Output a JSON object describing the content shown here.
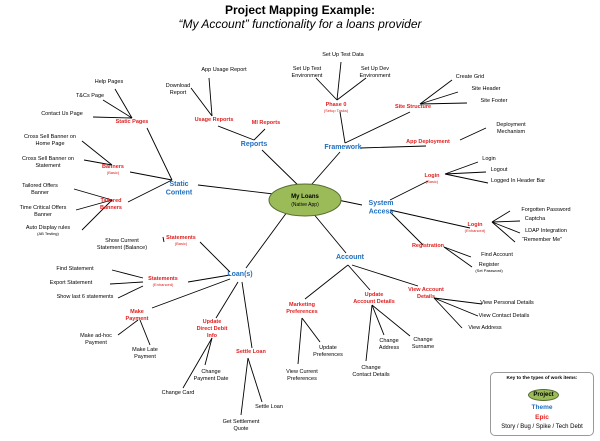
{
  "header": {
    "title": "Project Mapping Example:",
    "subtitle": "“My Account” functionality for a loans provider"
  },
  "colors": {
    "project_fill": "#9bbb59",
    "theme": "#1f6fbf",
    "epic": "#e02020",
    "line": "#000000"
  },
  "project": {
    "name": "My Loans",
    "sub": "(Native App)"
  },
  "themes": [
    {
      "id": "reports",
      "label": [
        "Reports"
      ]
    },
    {
      "id": "framework",
      "label": [
        "Framework"
      ]
    },
    {
      "id": "static",
      "label": [
        "Static",
        "Content"
      ]
    },
    {
      "id": "system",
      "label": [
        "System",
        "Access"
      ]
    },
    {
      "id": "loans",
      "label": [
        "Loan(s)"
      ]
    },
    {
      "id": "account",
      "label": [
        "Account"
      ]
    }
  ],
  "epics": [
    {
      "id": "usage",
      "label": [
        "Usage Reports"
      ]
    },
    {
      "id": "mi",
      "label": [
        "MI Reports"
      ]
    },
    {
      "id": "phase0",
      "label": [
        "Phase 0"
      ],
      "note": "(Setup Tasks)"
    },
    {
      "id": "site",
      "label": [
        "Site Structure"
      ]
    },
    {
      "id": "appdep",
      "label": [
        "App Deployment"
      ]
    },
    {
      "id": "staticpages",
      "label": [
        "Static Pages"
      ]
    },
    {
      "id": "banners",
      "label": [
        "Banners"
      ],
      "note": "(Basic)"
    },
    {
      "id": "tailored",
      "label": [
        "Tailored",
        "Banners"
      ]
    },
    {
      "id": "loginbasic",
      "label": [
        "Login"
      ],
      "note": "(Basic)"
    },
    {
      "id": "loginenh",
      "label": [
        "Login"
      ],
      "note": "(Enhanced)"
    },
    {
      "id": "registration",
      "label": [
        "Registration"
      ]
    },
    {
      "id": "stmtbasic",
      "label": [
        "Statements"
      ],
      "note": "(Basic)"
    },
    {
      "id": "stmtenh",
      "label": [
        "Statements"
      ],
      "note": "(Enhanced)"
    },
    {
      "id": "makepay",
      "label": [
        "Make",
        "Payment"
      ]
    },
    {
      "id": "dd",
      "label": [
        "Update",
        "Direct Debit",
        "Info"
      ]
    },
    {
      "id": "settle",
      "label": [
        "Settle Loan"
      ]
    },
    {
      "id": "mktg",
      "label": [
        "Marketing",
        "Preferences"
      ]
    },
    {
      "id": "updacc",
      "label": [
        "Update",
        "Account Details"
      ]
    },
    {
      "id": "viewacc",
      "label": [
        "View Account",
        "Details"
      ]
    }
  ],
  "tasks": [
    {
      "id": "appusage",
      "label": [
        "App Usage Report"
      ]
    },
    {
      "id": "download",
      "label": [
        "Download",
        "Report"
      ]
    },
    {
      "id": "testdata",
      "label": [
        "Set Up Test Data"
      ]
    },
    {
      "id": "testenv",
      "label": [
        "Set Up Test",
        "Environment"
      ]
    },
    {
      "id": "devenv",
      "label": [
        "Set Up Dev",
        "Environment"
      ]
    },
    {
      "id": "grid",
      "label": [
        "Create Grid"
      ]
    },
    {
      "id": "siteheader",
      "label": [
        "Site Header"
      ]
    },
    {
      "id": "sitefooter",
      "label": [
        "Site Footer"
      ]
    },
    {
      "id": "deploymech",
      "label": [
        "Deployment",
        "Mechanism"
      ]
    },
    {
      "id": "help",
      "label": [
        "Help Pages"
      ]
    },
    {
      "id": "tcs",
      "label": [
        "T&Cs Page"
      ]
    },
    {
      "id": "contact",
      "label": [
        "Contact Us Page"
      ]
    },
    {
      "id": "xsellhome",
      "label": [
        "Cross Sell Banner on",
        "Home Page"
      ]
    },
    {
      "id": "xsellstmt",
      "label": [
        "Cross Sell Banner on",
        "Statement"
      ]
    },
    {
      "id": "tailoredoffers",
      "label": [
        "Tailored Offers",
        "Banner"
      ]
    },
    {
      "id": "timecrit",
      "label": [
        "Time Critical Offers",
        "Banner"
      ]
    },
    {
      "id": "autodisplay",
      "label": [
        "Auto Display rules"
      ],
      "note": "(AB Testing)"
    },
    {
      "id": "login",
      "label": [
        "Login"
      ]
    },
    {
      "id": "logout",
      "label": [
        "Logout"
      ]
    },
    {
      "id": "loggedin",
      "label": [
        "Logged In Header Bar"
      ]
    },
    {
      "id": "forgotpw",
      "label": [
        "Forgotten Password"
      ]
    },
    {
      "id": "captcha",
      "label": [
        "Captcha"
      ]
    },
    {
      "id": "ldap",
      "label": [
        "LDAP Integration"
      ]
    },
    {
      "id": "rememberme",
      "label": [
        "“Remember Me”"
      ]
    },
    {
      "id": "findacc",
      "label": [
        "Find Account"
      ]
    },
    {
      "id": "register",
      "label": [
        "Register"
      ],
      "note": "(Set Password)"
    },
    {
      "id": "showbal",
      "label": [
        "Show Current",
        "Statement (Balance)"
      ]
    },
    {
      "id": "findstmt",
      "label": [
        "Find Statement"
      ]
    },
    {
      "id": "exportstmt",
      "label": [
        "Export Statement"
      ]
    },
    {
      "id": "last6",
      "label": [
        "Show last 6 statements"
      ]
    },
    {
      "id": "adhoc",
      "label": [
        "Make ad-hoc",
        "Payment"
      ]
    },
    {
      "id": "late",
      "label": [
        "Make Late",
        "Payment"
      ]
    },
    {
      "id": "changedate",
      "label": [
        "Change",
        "Payment Date"
      ]
    },
    {
      "id": "changecard",
      "label": [
        "Change Card"
      ]
    },
    {
      "id": "settlequote",
      "label": [
        "Get Settlement",
        "Quote"
      ]
    },
    {
      "id": "settleloan",
      "label": [
        "Settle Loan"
      ]
    },
    {
      "id": "viewprefs",
      "label": [
        "View Current",
        "Preferences"
      ]
    },
    {
      "id": "updprefs",
      "label": [
        "Update",
        "Preferences"
      ]
    },
    {
      "id": "changecontact",
      "label": [
        "Change",
        "Contact Details"
      ]
    },
    {
      "id": "changeaddr",
      "label": [
        "Change",
        "Address"
      ]
    },
    {
      "id": "changesurname",
      "label": [
        "Change",
        "Surname"
      ]
    },
    {
      "id": "viewpersonal",
      "label": [
        "View Personal Details"
      ]
    },
    {
      "id": "viewcontact",
      "label": [
        "View Contact Details"
      ]
    },
    {
      "id": "viewaddr",
      "label": [
        "View Address"
      ]
    }
  ],
  "legend": {
    "title": "Key to the types of work items:",
    "project": "Project",
    "theme": "Theme",
    "epic": "Epic",
    "task": "Story / Bug / Spike / Tech Debt"
  }
}
